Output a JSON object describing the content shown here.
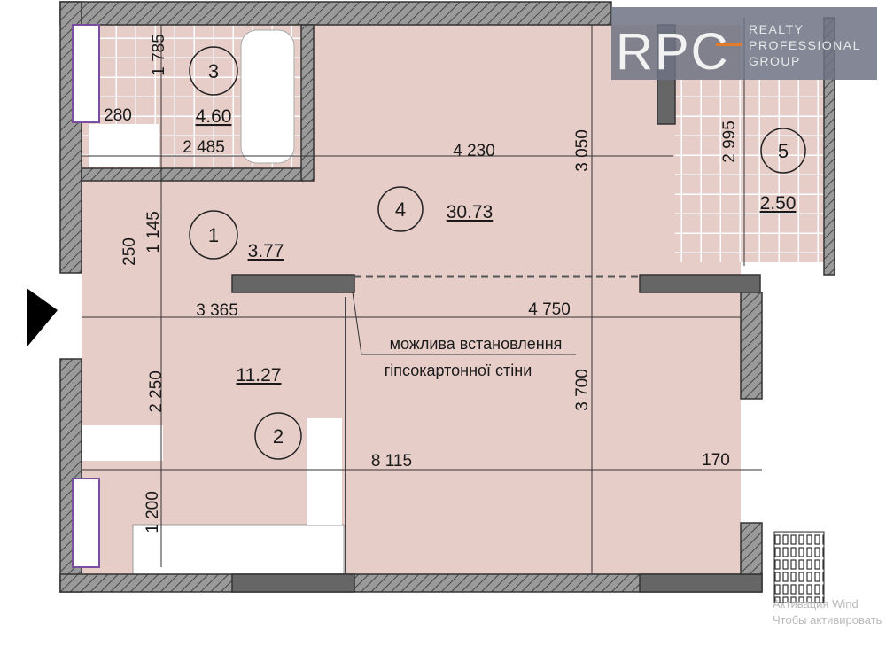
{
  "colors": {
    "room_fill": "#e7cdc8",
    "wall": "#8a8a8a",
    "wall_dark": "#555555",
    "tile_line": "#ffffff",
    "logo_bg": "#6e7384",
    "logo_accent": "#e07b2e",
    "divider": "#7a4fa0"
  },
  "logo": {
    "letters": "RPC",
    "line1": "REALTY",
    "line2": "PROFESSIONAL",
    "line3": "GROUP"
  },
  "rooms": [
    {
      "number": "1",
      "area": "3.77"
    },
    {
      "number": "2",
      "area": "11.27"
    },
    {
      "number": "3",
      "area": "4.60"
    },
    {
      "number": "4",
      "area": "30.73"
    },
    {
      "number": "5",
      "area": "2.50"
    }
  ],
  "dimensions": {
    "bath_height": "1 785",
    "bath_small": "280",
    "bath_width": "2 485",
    "living_top": "4 230",
    "living_depth": "3 050",
    "balcony_depth": "2 995",
    "hall_depth": "1 145",
    "hall_small": "250",
    "hall_width": "3 365",
    "living_width": "4 750",
    "kitchen_depth": "2 250",
    "room_depth": "3 700",
    "total_width": "8 115",
    "right_small": "170",
    "kitchen_bottom": "1 200"
  },
  "note": {
    "line1": "можлива встановлення",
    "line2": "гіпсокартонної стіни"
  },
  "watermark": {
    "line1": "Активация Wind",
    "line2": "Чтобы активировать"
  }
}
